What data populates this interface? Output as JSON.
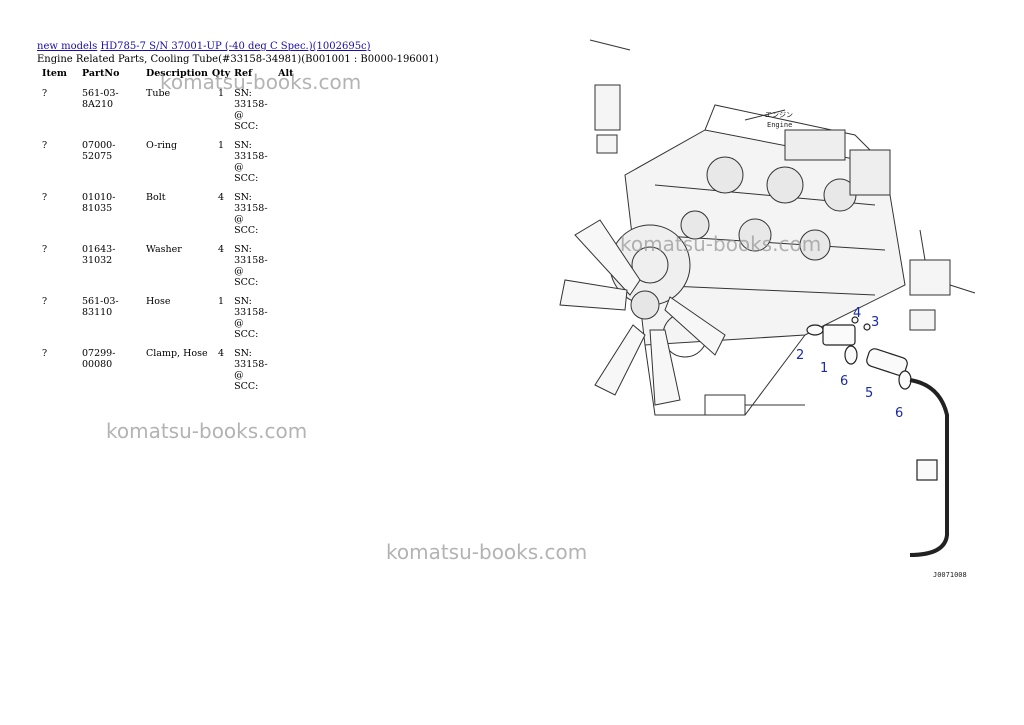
{
  "breadcrumb": {
    "link1": "new models",
    "link2": "HD785-7 S/N 37001-UP (-40 deg C Spec.)(1002695c)"
  },
  "section_title": "Engine Related Parts, Cooling Tube(#33158-34981)(B001001 : B0000-196001)",
  "table": {
    "headers": [
      "Item",
      "PartNo",
      "Description",
      "Qty",
      "Ref",
      "Alt"
    ],
    "rows": [
      {
        "item": "?",
        "part": "561-03-8A210",
        "desc": "Tube",
        "qty": "1",
        "ref1": "SN: 33158-@",
        "ref2": "SCC:"
      },
      {
        "item": "?",
        "part": "07000-52075",
        "desc": "O-ring",
        "qty": "1",
        "ref1": "SN: 33158-@",
        "ref2": "SCC:"
      },
      {
        "item": "?",
        "part": "01010-81035",
        "desc": "Bolt",
        "qty": "4",
        "ref1": "SN: 33158-@",
        "ref2": "SCC:"
      },
      {
        "item": "?",
        "part": "01643-31032",
        "desc": "Washer",
        "qty": "4",
        "ref1": "SN: 33158-@",
        "ref2": "SCC:"
      },
      {
        "item": "?",
        "part": "561-03-83110",
        "desc": "Hose",
        "qty": "1",
        "ref1": "SN: 33158-@",
        "ref2": "SCC:"
      },
      {
        "item": "?",
        "part": "07299-00080",
        "desc": "Clamp, Hose",
        "qty": "4",
        "ref1": "SN: 33158-@",
        "ref2": "SCC:"
      }
    ]
  },
  "watermarks": [
    "komatsu-books.com",
    "komatsu-books.com",
    "komatsu-books.com",
    "komatsu-books.com"
  ],
  "diagram": {
    "engine_label_jp": "エンジン",
    "engine_label": "Engine",
    "callouts": [
      "1",
      "2",
      "3",
      "4",
      "5",
      "6",
      "6"
    ],
    "figure_code": "J0071008"
  }
}
